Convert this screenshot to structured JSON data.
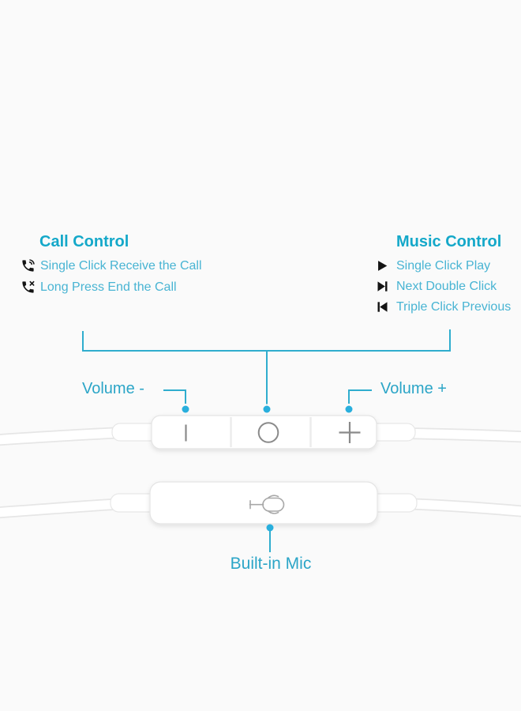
{
  "call_control": {
    "title": "Call Control",
    "items": [
      {
        "icon": "phone-receive-icon",
        "label": "Single Click Receive the Call"
      },
      {
        "icon": "phone-end-icon",
        "label": "Long Press End the Call"
      }
    ]
  },
  "music_control": {
    "title": "Music Control",
    "items": [
      {
        "icon": "play-icon",
        "label": "Single Click Play"
      },
      {
        "icon": "next-track-icon",
        "label": "Next Double Click"
      },
      {
        "icon": "previous-track-icon",
        "label": "Triple Click Previous"
      }
    ]
  },
  "remote": {
    "volume_down_label": "Volume -",
    "volume_up_label": "Volume +",
    "volume_down_glyph": "|",
    "center_button_glyph": "○",
    "volume_up_glyph": "+"
  },
  "mic": {
    "label": "Built-in Mic"
  },
  "colors": {
    "background": "#fafafa",
    "heading": "#14a8c9",
    "body_text": "#48b4d3",
    "callout_line": "#2fadce",
    "callout_dot": "#29afdd",
    "icon_black": "#141414",
    "button_glyph_gray": "#8a8a8a",
    "pod_white": "#ffffff",
    "pod_border": "#e4e4e4"
  }
}
